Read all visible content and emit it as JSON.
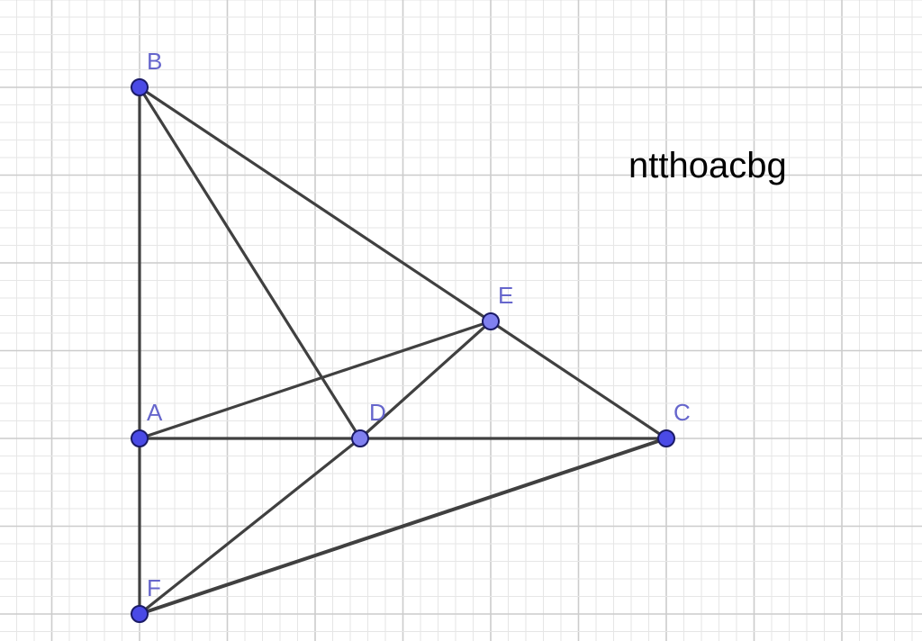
{
  "watermark": "ntthoacbg",
  "colors": {
    "background": "#ffffff",
    "grid_minor": "#e6e6e6",
    "grid_major": "#cccccc",
    "segment": "#404040",
    "point_fill": "#4a4ae6",
    "point_fill_light": "#8080f0",
    "point_stroke": "#1a1a66",
    "label": "#6666cc",
    "watermark": "#000000"
  },
  "points": [
    {
      "id": "A",
      "label": "A"
    },
    {
      "id": "B",
      "label": "B"
    },
    {
      "id": "C",
      "label": "C"
    },
    {
      "id": "D",
      "label": "D"
    },
    {
      "id": "E",
      "label": "E"
    },
    {
      "id": "F",
      "label": "F"
    }
  ],
  "segments": [
    [
      "B",
      "A"
    ],
    [
      "A",
      "F"
    ],
    [
      "B",
      "C"
    ],
    [
      "B",
      "D"
    ],
    [
      "A",
      "C"
    ],
    [
      "A",
      "E"
    ],
    [
      "E",
      "D"
    ],
    [
      "D",
      "F"
    ],
    [
      "F",
      "C"
    ]
  ]
}
